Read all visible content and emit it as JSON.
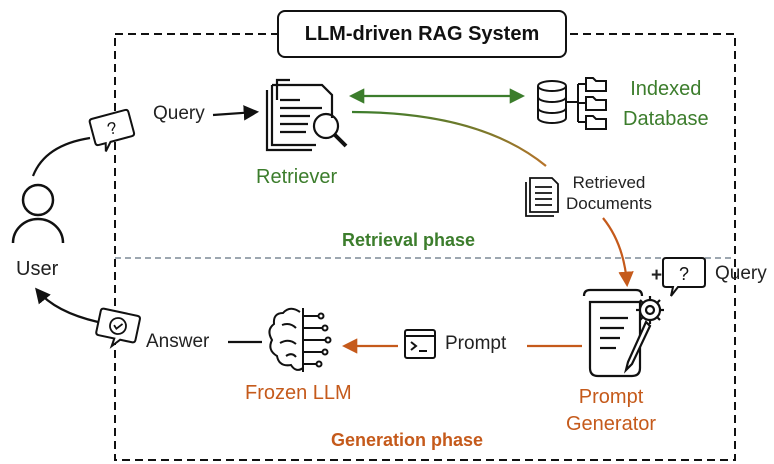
{
  "title": "LLM-driven RAG System",
  "user": {
    "label": "User"
  },
  "query": {
    "label": "Query"
  },
  "query_plus": {
    "plus": "+",
    "label": "Query"
  },
  "answer": {
    "label": "Answer"
  },
  "retriever": {
    "label": "Retriever"
  },
  "indexed_database": {
    "line1": "Indexed",
    "line2": "Database"
  },
  "retrieved_documents": {
    "line1": "Retrieved",
    "line2": "Documents"
  },
  "retrieval_phase": {
    "label": "Retrieval phase"
  },
  "generation_phase": {
    "label": "Generation phase"
  },
  "prompt": {
    "label": "Prompt"
  },
  "frozen_llm": {
    "label": "Frozen LLM"
  },
  "prompt_generator": {
    "line1": "Prompt",
    "line2": "Generator"
  },
  "colors": {
    "green": "#3c7d2c",
    "orange": "#c55a1b",
    "dark": "#222222",
    "divider": "#7d8a96"
  }
}
